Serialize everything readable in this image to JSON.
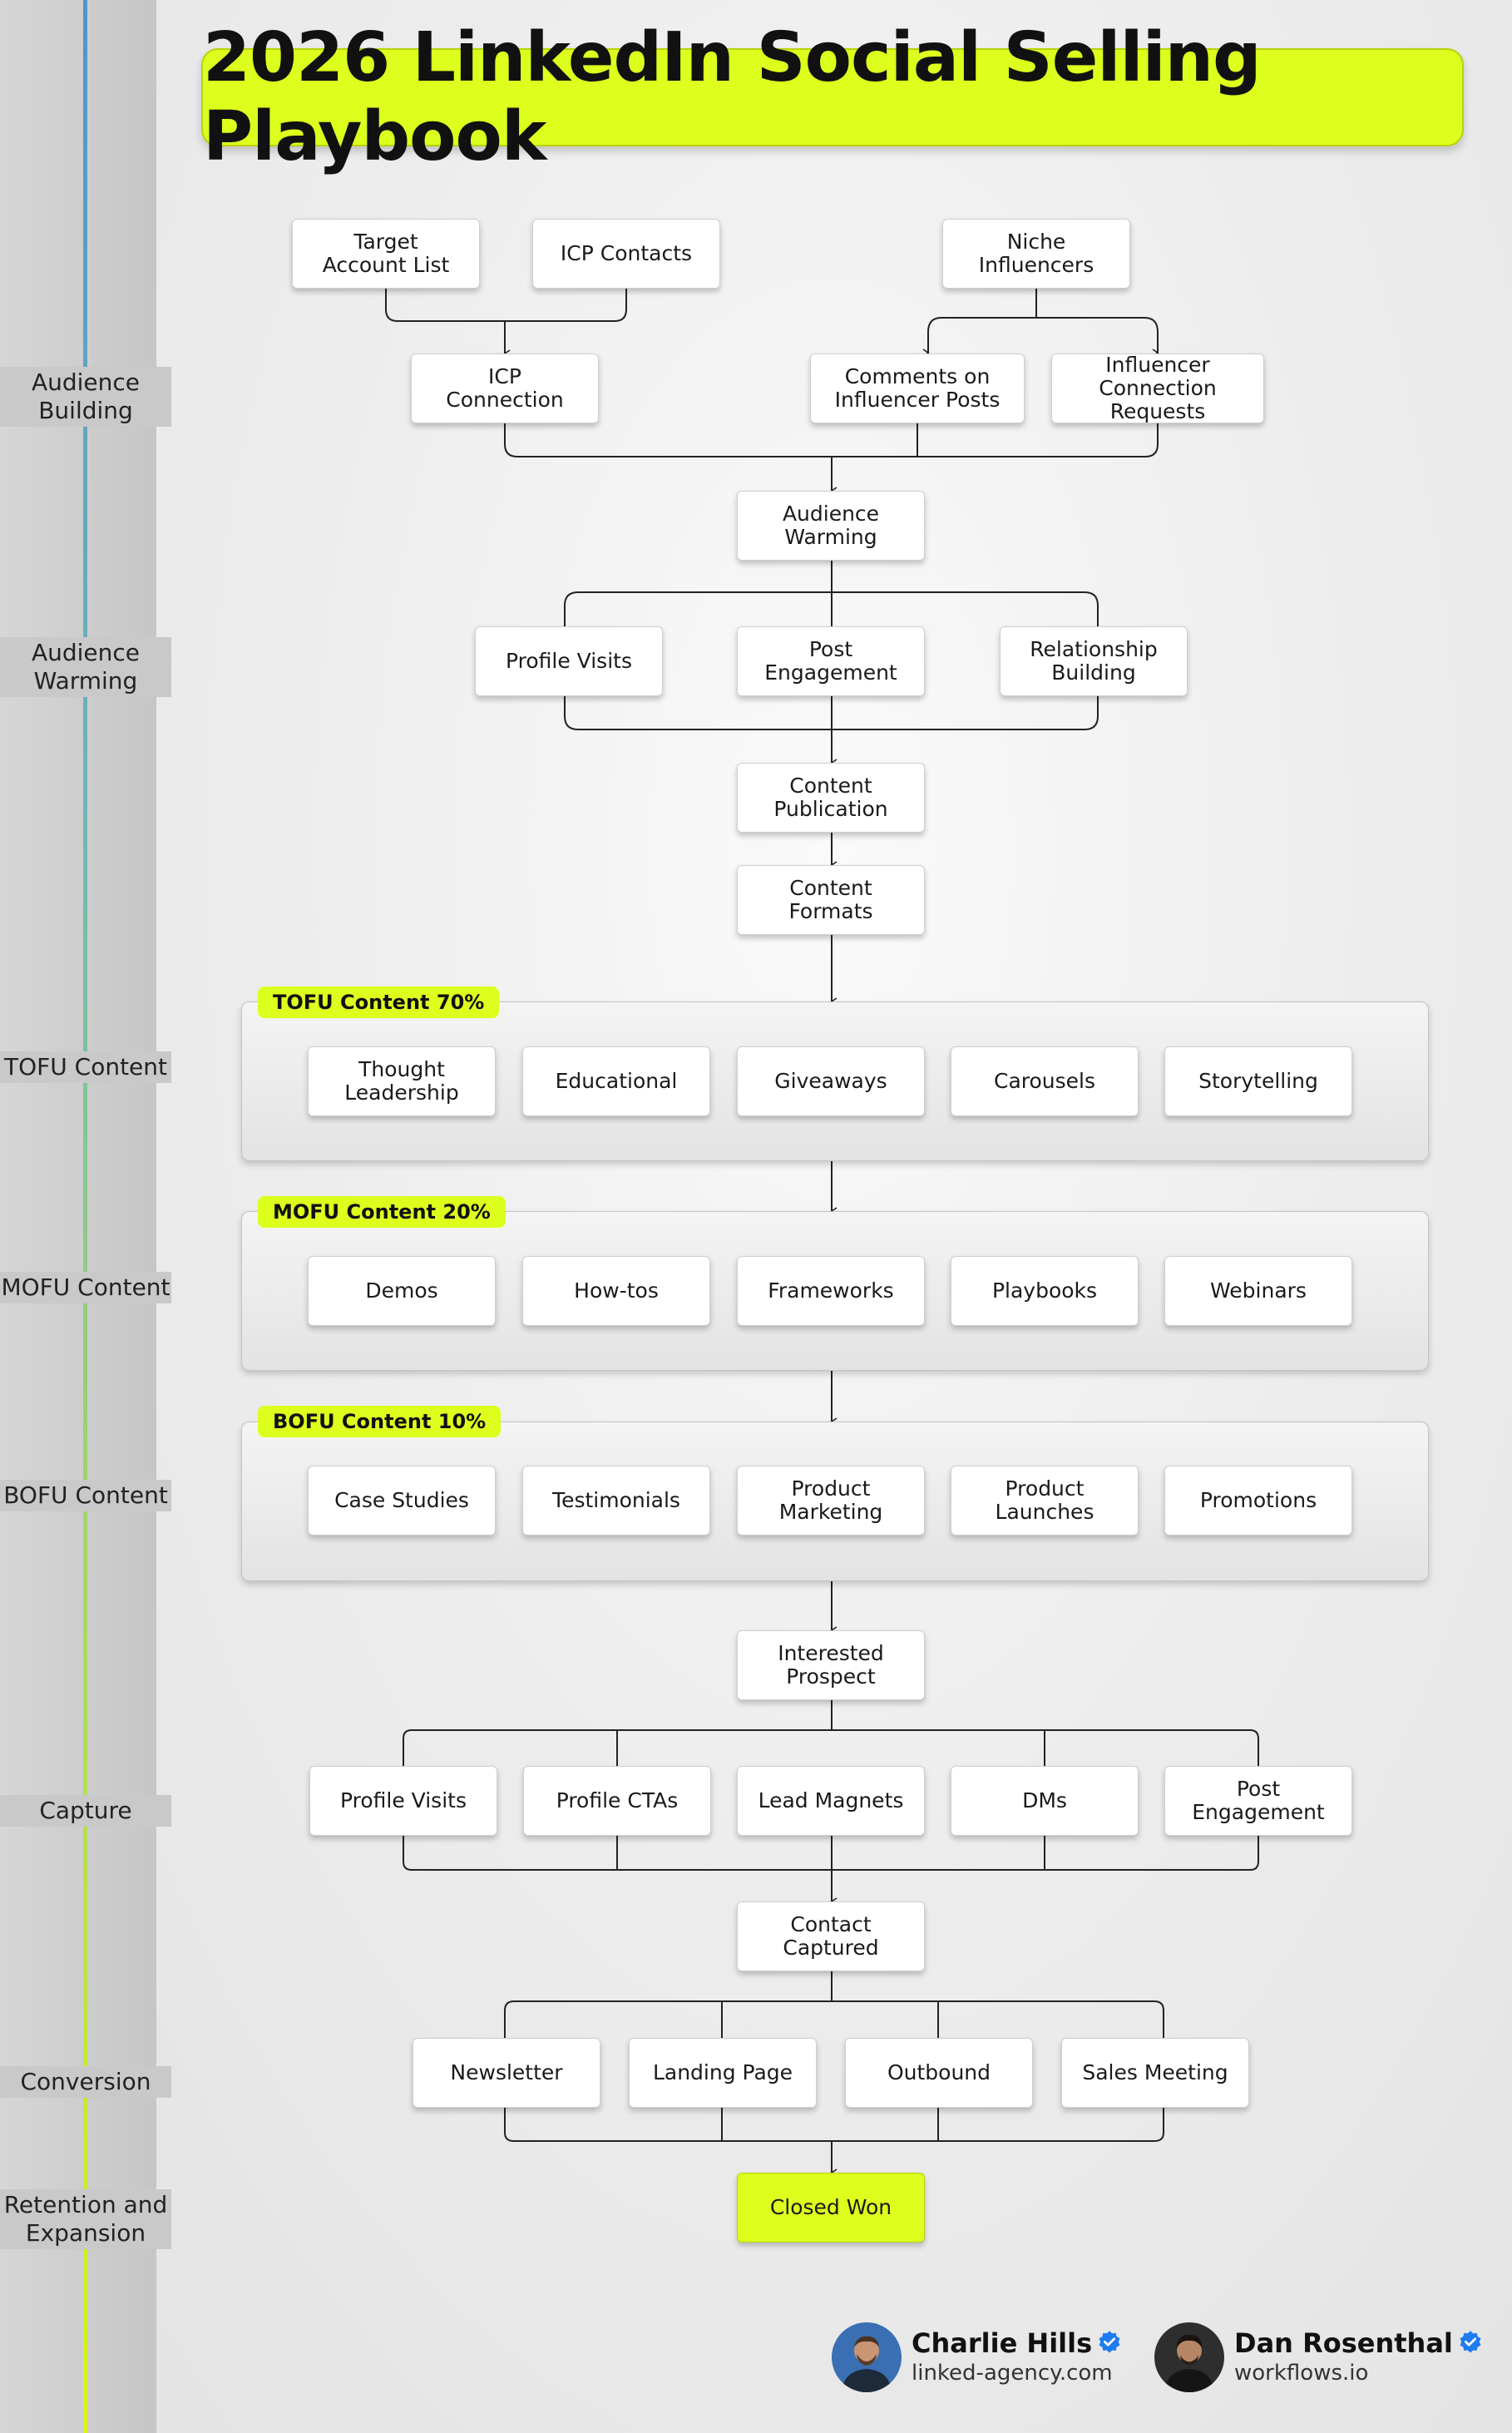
{
  "title": "2026 LinkedIn Social Selling Playbook",
  "stages": [
    "Audience\nBuilding",
    "Audience\nWarming",
    "TOFU\nContent",
    "MOFU\nContent",
    "BOFU\nContent",
    "Capture",
    "Conversion",
    "Retention\nand\nExpansion"
  ],
  "building": {
    "target_account_list": "Target\nAccount List",
    "icp_contacts": "ICP Contacts",
    "niche_influencers": "Niche\nInfluencers",
    "icp_connection": "ICP\nConnection",
    "comments_on_influencer_posts": "Comments on\nInfluencer Posts",
    "influencer_connection_requests": "Influencer\nConnection Requests"
  },
  "warming": {
    "audience_warming": "Audience\nWarming",
    "profile_visits": "Profile Visits",
    "post_engagement": "Post\nEngagement",
    "relationship_building": "Relationship\nBuilding"
  },
  "content": {
    "content_publication": "Content\nPublication",
    "content_formats": "Content\nFormats"
  },
  "tofu": {
    "label": "TOFU Content 70%",
    "items": [
      "Thought\nLeadership",
      "Educational",
      "Giveaways",
      "Carousels",
      "Storytelling"
    ]
  },
  "mofu": {
    "label": "MOFU Content 20%",
    "items": [
      "Demos",
      "How-tos",
      "Frameworks",
      "Playbooks",
      "Webinars"
    ]
  },
  "bofu": {
    "label": "BOFU Content 10%",
    "items": [
      "Case Studies",
      "Testimonials",
      "Product\nMarketing",
      "Product\nLaunches",
      "Promotions"
    ]
  },
  "capture": {
    "interested_prospect": "Interested\nProspect",
    "items": [
      "Profile Visits",
      "Profile CTAs",
      "Lead Magnets",
      "DMs",
      "Post\nEngagement"
    ]
  },
  "conversion": {
    "contact_captured": "Contact\nCaptured",
    "items": [
      "Newsletter",
      "Landing Page",
      "Outbound",
      "Sales Meeting"
    ]
  },
  "retention": {
    "closed_won": "Closed Won"
  },
  "authors": [
    {
      "name": "Charlie Hills",
      "site": "linked-agency.com"
    },
    {
      "name": "Dan Rosenthal",
      "site": "workflows.io"
    }
  ],
  "colors": {
    "accent": "#ddff1e",
    "verified": "#1d7cf2",
    "rail_top": "#4e95cf",
    "rail_bottom": "#dbf414"
  }
}
